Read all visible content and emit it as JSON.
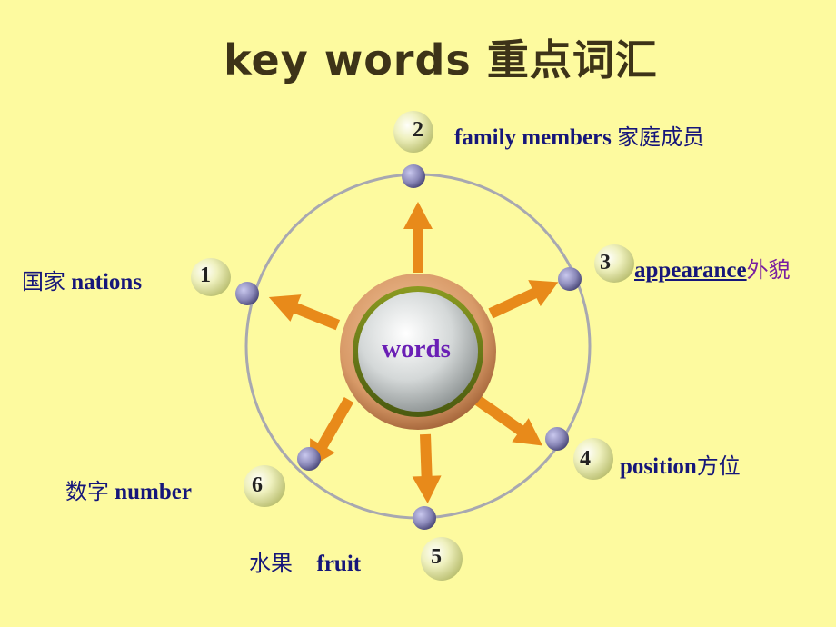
{
  "title": "key words 重点词汇",
  "center": {
    "label": "words"
  },
  "items": [
    {
      "number": "1",
      "label_cn": "国家",
      "label_en": "nations"
    },
    {
      "number": "2",
      "label_en": "family members",
      "label_cn": "家庭成员"
    },
    {
      "number": "3",
      "label_en": "appearance",
      "label_cn": "外貌"
    },
    {
      "number": "4",
      "label_en": "position",
      "label_cn": "方位"
    },
    {
      "number": "5",
      "label_cn": "水果",
      "label_en": "fruit"
    },
    {
      "number": "6",
      "label_cn": "数字",
      "label_en": "number"
    }
  ],
  "colors": {
    "background": "#fdfa9f",
    "arrow": "#e88a1a",
    "node": "#8a88b8",
    "ring": "#a8a8b0",
    "label": "#16167a",
    "center_text": "#6a1fb5"
  }
}
